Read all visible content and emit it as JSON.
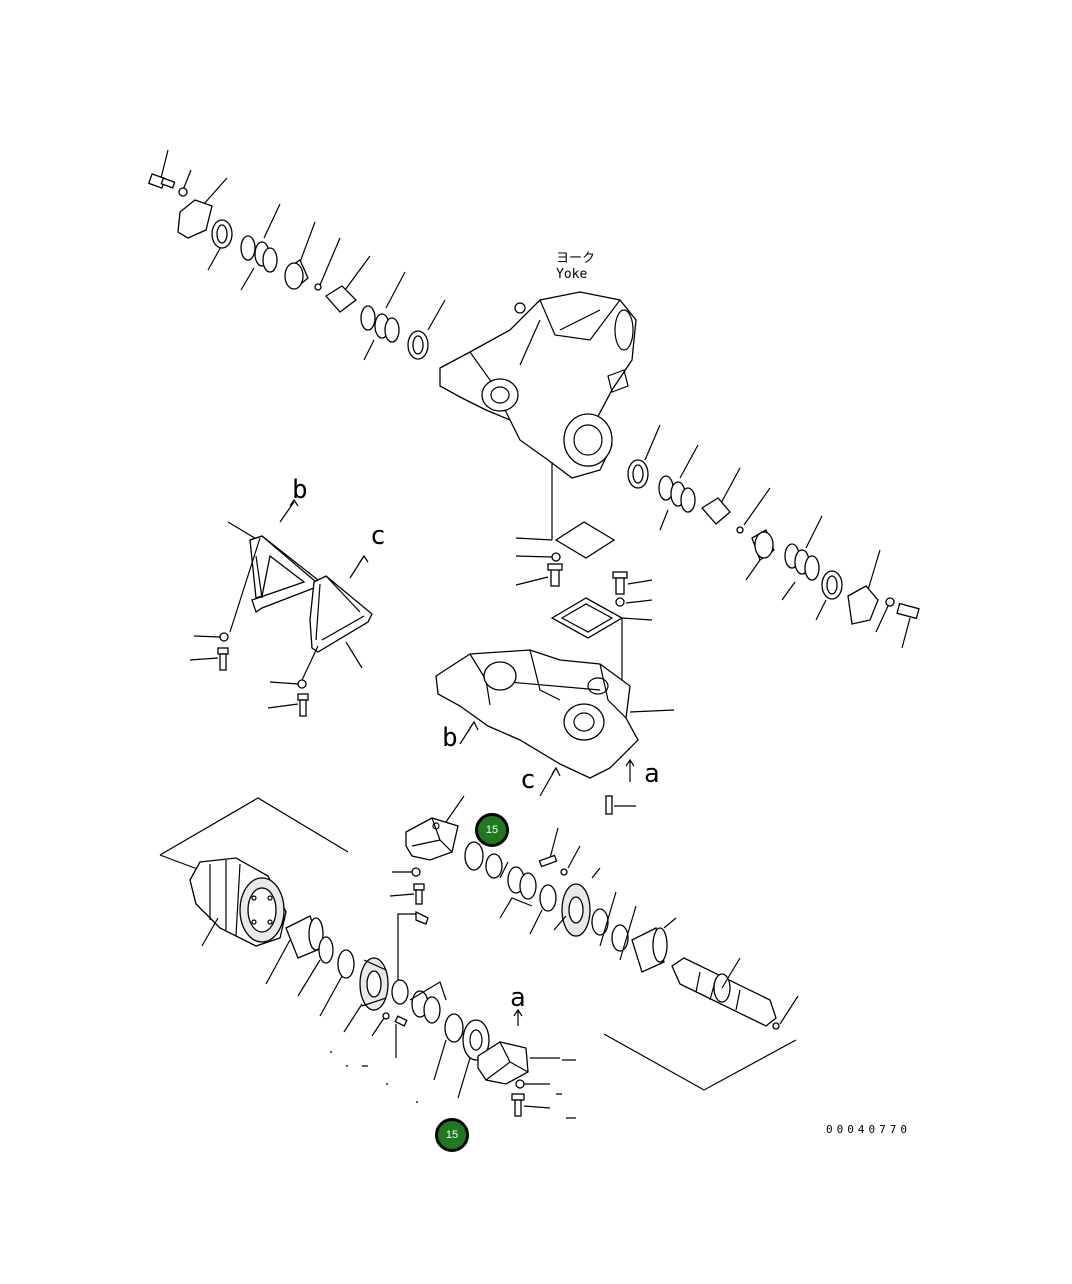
{
  "diagram": {
    "yoke_label_jp": "ヨーク",
    "yoke_label_en": "Yoke",
    "ref_a": "a",
    "ref_b": "b",
    "ref_c": "c",
    "drawing_number": "00040770"
  },
  "callouts": [
    {
      "label": "15"
    },
    {
      "label": "15"
    }
  ]
}
